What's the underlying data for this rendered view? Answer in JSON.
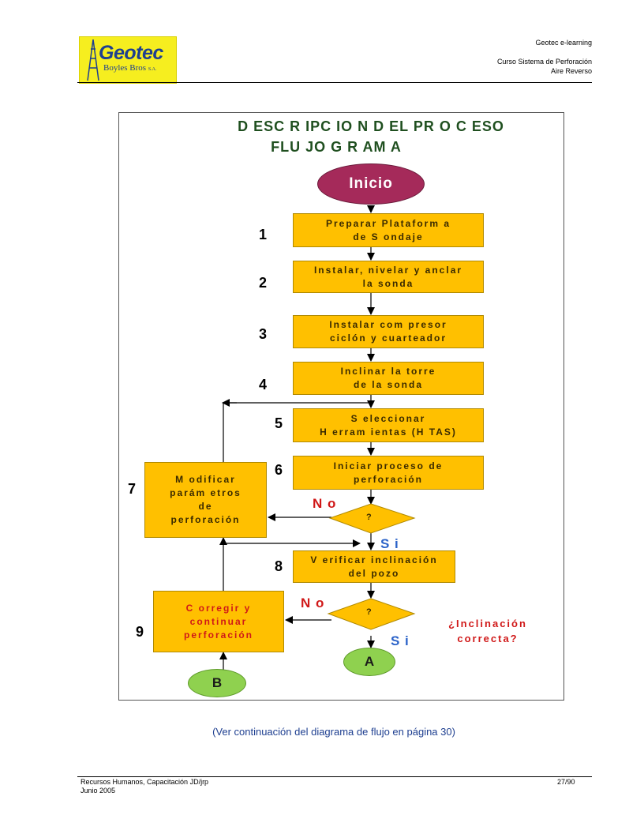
{
  "header": {
    "logo_main": "Geotec",
    "logo_sub": "Boyles Bros",
    "logo_sub_suffix": "S.A.",
    "line1": "Geotec e-learning",
    "line2": "Curso Sistema de Perforación",
    "line3": "Aire Reverso"
  },
  "diagram": {
    "title_line1": "D ESC R IPC IO N D EL PR O C ESO",
    "title_line2": "FLU JO G R AM A",
    "start": "Inicio",
    "steps": [
      {
        "num": "1",
        "text": "Preparar Plataform a\nde S ondaje"
      },
      {
        "num": "2",
        "text": "Instalar, nivelar y anclar\nla sonda"
      },
      {
        "num": "3",
        "text": "Instalar com presor\nciclón y cuarteador"
      },
      {
        "num": "4",
        "text": "Inclinar la torre\nde la sonda"
      },
      {
        "num": "5",
        "text": "S eleccionar\nH erram ientas (H TAS)"
      },
      {
        "num": "6",
        "text": "Iniciar proceso de\nperforación"
      },
      {
        "num": "7",
        "text": "M odificar\nparám etros\nde\nperforación"
      },
      {
        "num": "8",
        "text": "V erificar inclinación\ndel pozo"
      },
      {
        "num": "9",
        "text": "C orregir y\ncontinuar\nperforación"
      }
    ],
    "decision1": "?",
    "decision2": "?",
    "no_label": "N o",
    "si_label": "S i",
    "question": "¿Inclinación\ncorrecta?",
    "connector_a": "A",
    "connector_b": "B"
  },
  "footer": {
    "note": "(Ver continuación del diagrama de flujo en página 30)",
    "left_line1": "Recursos Humanos, Capacitación JD/jrp",
    "left_line2": "Junio 2005",
    "page": "27/90"
  },
  "colors": {
    "box_fill": "#ffc000",
    "start_oval": "#a52a5a",
    "connector_green": "#8fd14f",
    "no_red": "#d01818",
    "si_blue": "#2a62c8",
    "title_green": "#1f4f1f"
  }
}
